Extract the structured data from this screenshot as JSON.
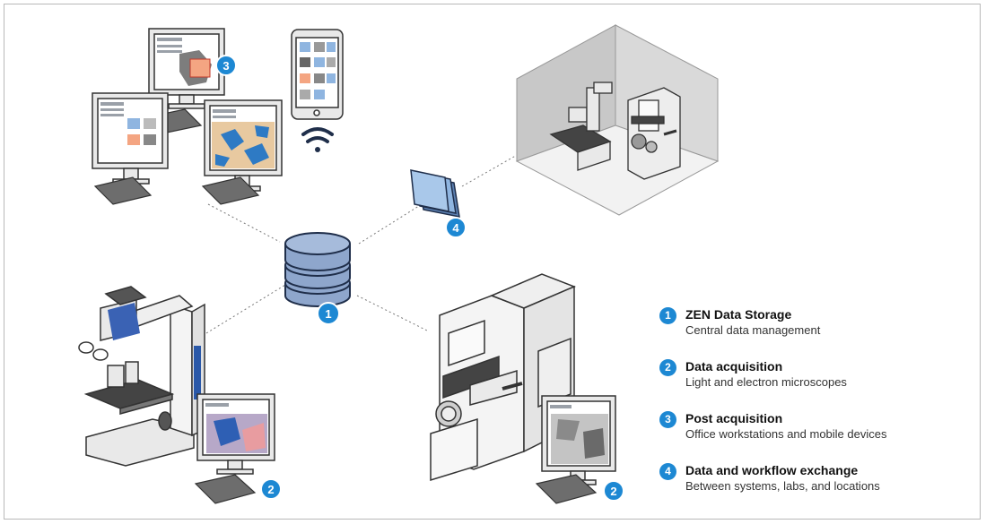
{
  "badges": {
    "storage": "1",
    "acquisition_light": "2",
    "acquisition_em": "2",
    "post": "3",
    "exchange": "4"
  },
  "legend": [
    {
      "number": "1",
      "title": "ZEN Data Storage",
      "description": "Central data management"
    },
    {
      "number": "2",
      "title": "Data acquisition",
      "description": "Light and electron microscopes"
    },
    {
      "number": "3",
      "title": "Post acquisition",
      "description": "Office workstations and mobile devices"
    },
    {
      "number": "4",
      "title": "Data and workflow exchange",
      "description": "Between systems, labs, and locations"
    }
  ],
  "colors": {
    "accent": "#1d88d3",
    "database": "#8ea6cc",
    "screen_blue": "#8fb5e0",
    "room_wall": "#d9d9d9",
    "outline": "#333333"
  }
}
